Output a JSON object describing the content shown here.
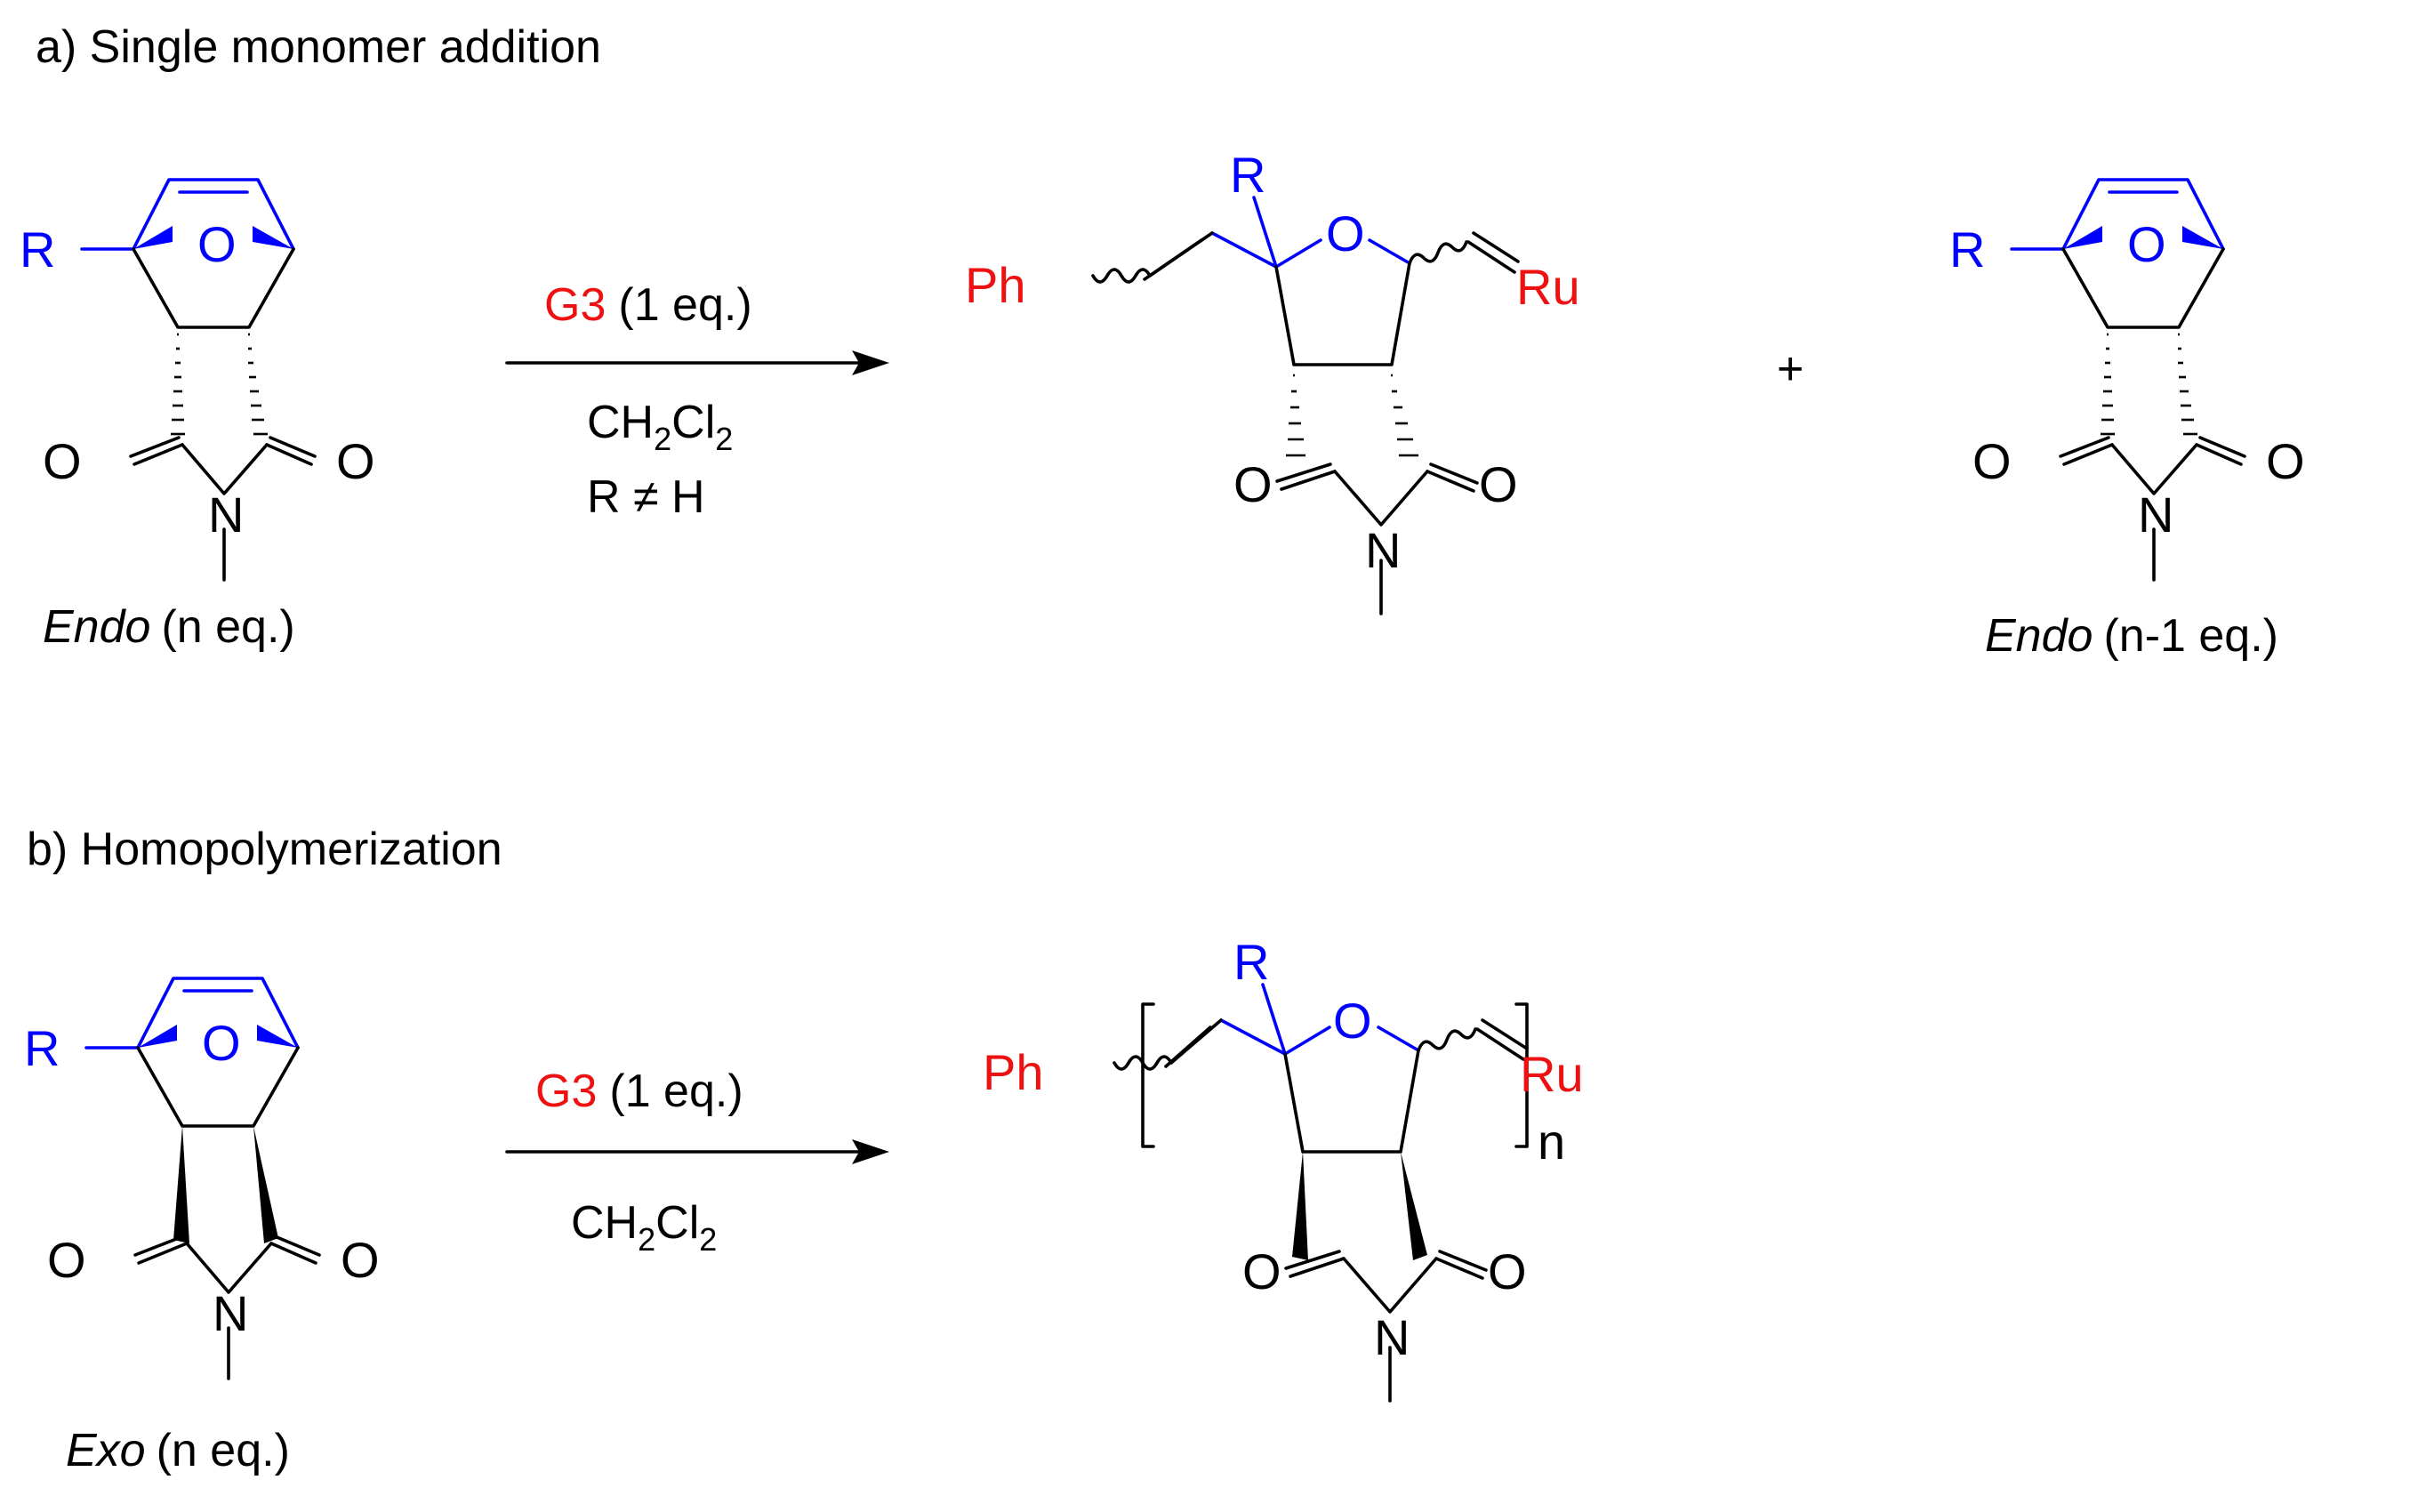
{
  "sections": {
    "a": {
      "title": "a) Single monomer addition"
    },
    "b": {
      "title": "b) Homopolymerization"
    }
  },
  "reaction_a": {
    "catalyst": "G3",
    "catalyst_amount": "(1 eq.)",
    "solvent_main": "CH",
    "solvent_sub1": "2",
    "solvent_cl": "Cl",
    "solvent_sub2": "2",
    "condition": "R ≠ H",
    "reactant_name": "Endo",
    "reactant_amount": "(n eq.)",
    "plus": "+",
    "leftover_name": "Endo",
    "leftover_amount": "(n-1 eq.)"
  },
  "reaction_b": {
    "catalyst": "G3",
    "catalyst_amount": "(1 eq.)",
    "solvent_main": "CH",
    "solvent_sub1": "2",
    "solvent_cl": "Cl",
    "solvent_sub2": "2",
    "reactant_name": "Exo",
    "reactant_amount": "(n eq.)",
    "repeat_subscript": "n"
  },
  "atoms": {
    "R": "R",
    "O": "O",
    "N": "N",
    "Ph": "Ph",
    "Ru": "Ru"
  },
  "colors": {
    "scaffold": "#0000ff",
    "catalyst_groups": "#ee1111",
    "bonds": "#000000"
  }
}
